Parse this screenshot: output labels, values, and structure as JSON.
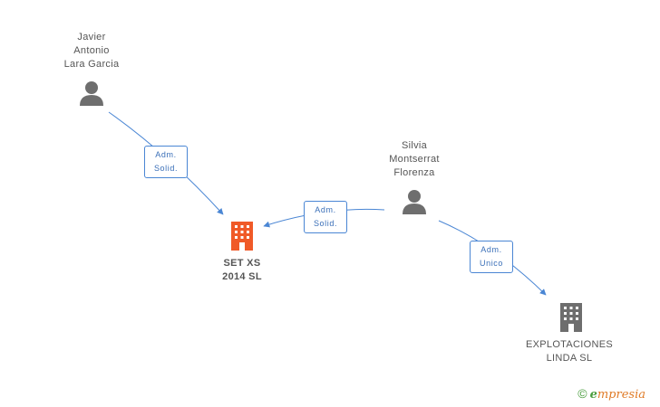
{
  "persons": [
    {
      "lines": [
        "Javier",
        "Antonio",
        "Lara Garcia"
      ]
    },
    {
      "lines": [
        "Silvia",
        "Montserrat",
        "Florenza"
      ]
    }
  ],
  "companies": [
    {
      "lines": [
        "SET XS",
        "2014  SL"
      ],
      "color": "#f05a28"
    },
    {
      "lines": [
        "EXPLOTACIONES",
        "LINDA SL"
      ],
      "color": "#6e6e6e"
    }
  ],
  "relations": [
    {
      "lines": [
        "Adm.",
        "Solid."
      ]
    },
    {
      "lines": [
        "Adm.",
        "Solid."
      ]
    },
    {
      "lines": [
        "Adm.",
        "Unico"
      ]
    }
  ],
  "colors": {
    "edge": "#4a86d4",
    "person_icon": "#6e6e6e"
  },
  "brand": {
    "copyright": "©",
    "e": "e",
    "name": "mpresia"
  }
}
